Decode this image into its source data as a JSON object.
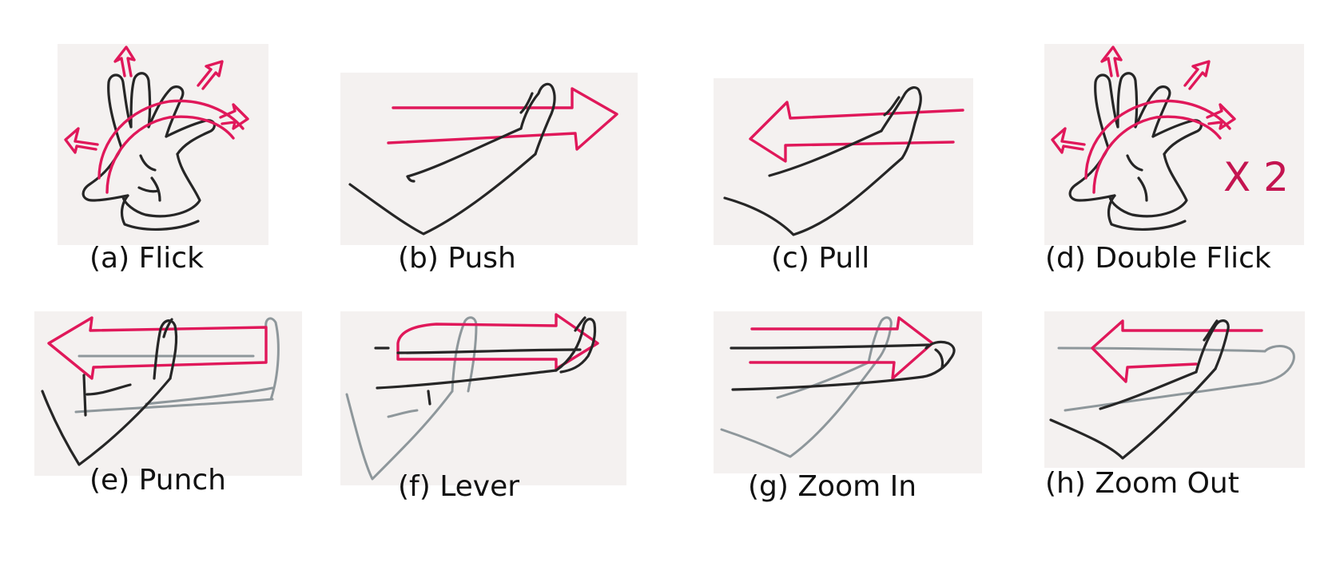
{
  "figure": {
    "panels": [
      {
        "id": "a",
        "caption": "(a) Flick"
      },
      {
        "id": "b",
        "caption": "(b) Push"
      },
      {
        "id": "c",
        "caption": "(c) Pull"
      },
      {
        "id": "d",
        "caption": "(d) Double Flick",
        "multiplier_label": "X 2"
      },
      {
        "id": "e",
        "caption": "(e) Punch"
      },
      {
        "id": "f",
        "caption": "(f) Lever"
      },
      {
        "id": "g",
        "caption": "(g) Zoom In"
      },
      {
        "id": "h",
        "caption": "(h) Zoom Out"
      }
    ]
  },
  "colors": {
    "arrow": "#e0185a",
    "ink": "#262626",
    "ghost_arm": "#8e979b",
    "panel_background": "#f4f1f0",
    "multiplier": "#c41450"
  }
}
